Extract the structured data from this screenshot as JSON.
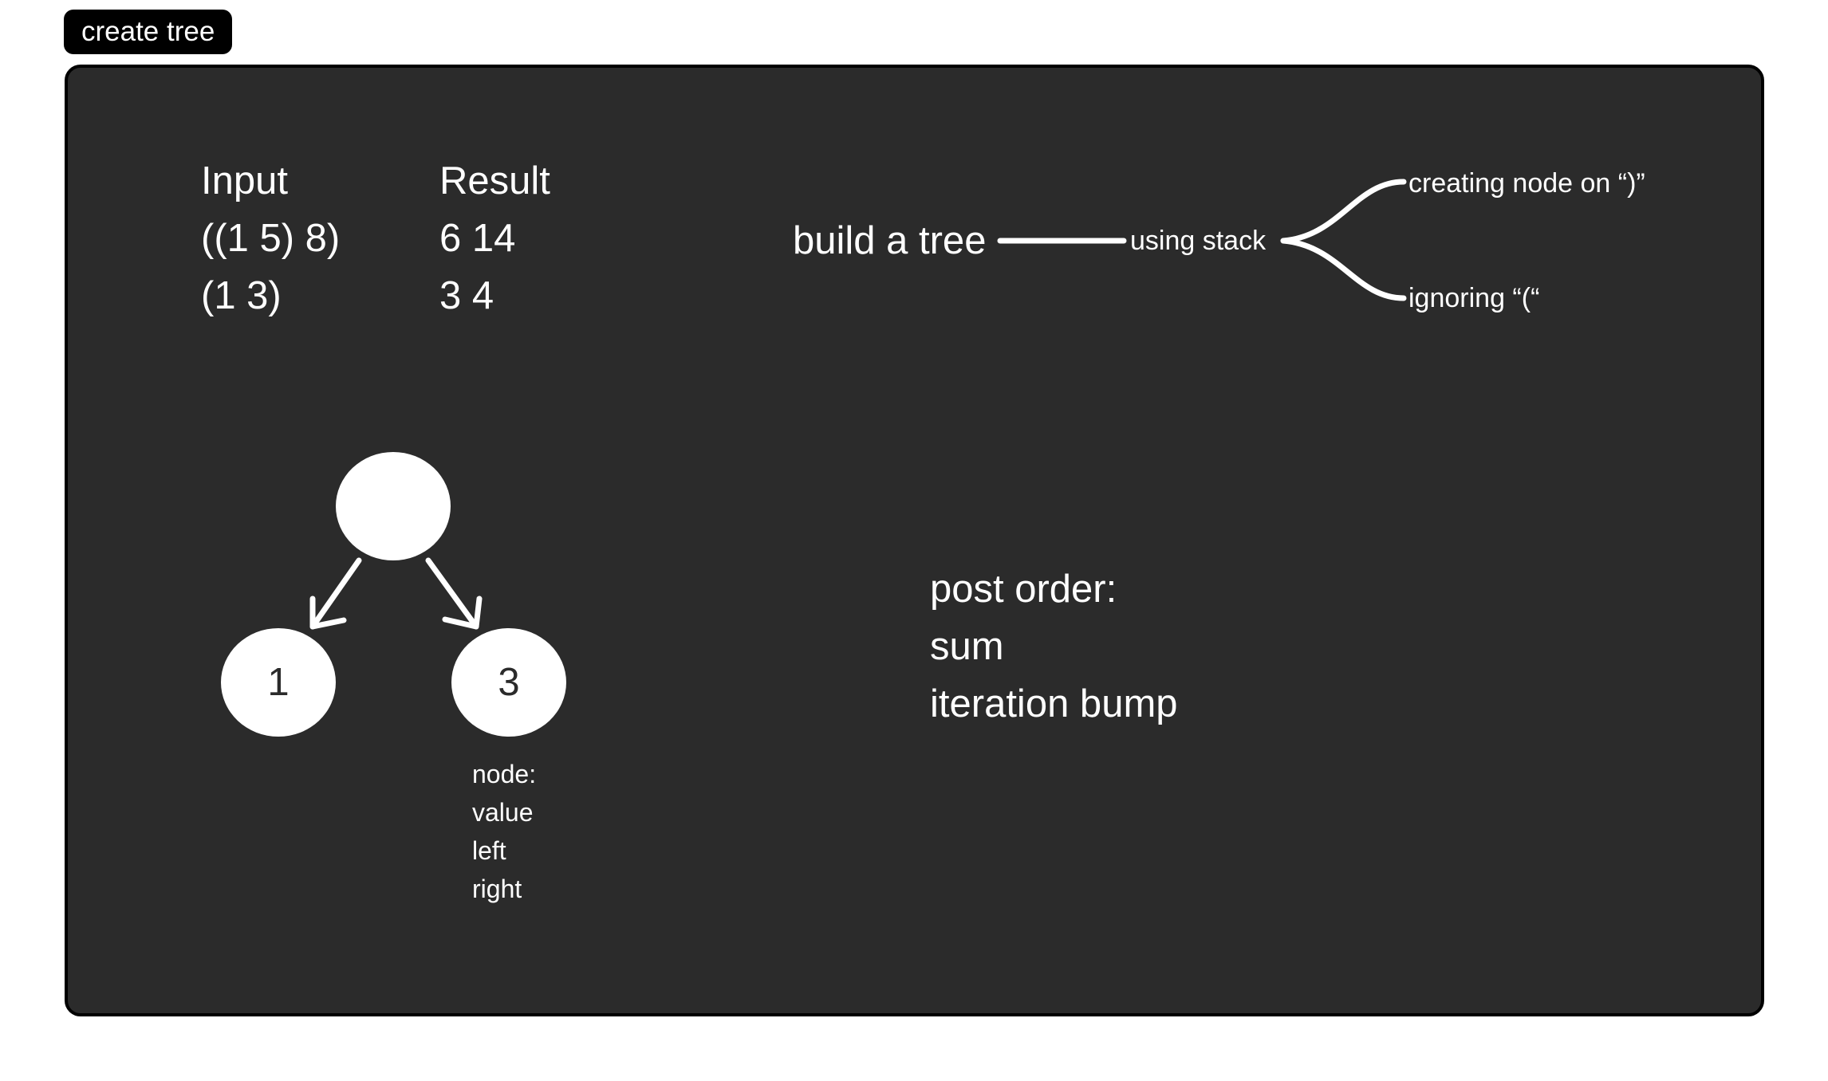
{
  "frame": {
    "label": "create tree"
  },
  "examples": {
    "input_header": "Input",
    "result_header": "Result",
    "rows": [
      {
        "input": "((1 5) 8)",
        "result": "6 14"
      },
      {
        "input": "(1 3)",
        "result": "3 4"
      }
    ]
  },
  "mindmap": {
    "root": "build a tree",
    "child": "using stack",
    "branches": [
      "creating node on “)”",
      "ignoring “(“"
    ]
  },
  "tree": {
    "root_value": "",
    "left_value": "1",
    "right_value": "3",
    "node_fields": [
      "node:",
      "value",
      "left",
      "right"
    ]
  },
  "traversal": {
    "lines": [
      "post order:",
      "sum",
      "iteration bump"
    ]
  },
  "colors": {
    "board": "#2b2b2b",
    "ink": "#ffffff",
    "tag": "#000000"
  }
}
